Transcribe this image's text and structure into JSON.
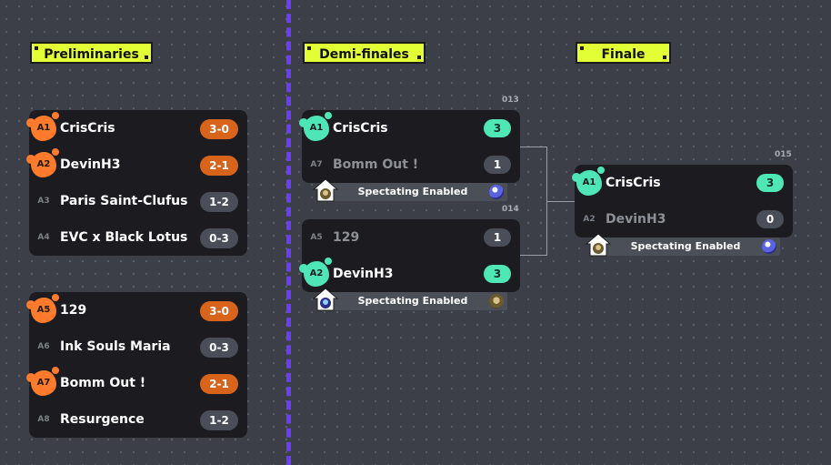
{
  "stages": {
    "preliminaries": "Preliminaries",
    "demi_finales": "Demi-finales",
    "finale": "Finale"
  },
  "colors": {
    "accent_yellow": "#e2ff36",
    "divider_purple": "#6d3cff",
    "win_orange": "#d8641c",
    "win_teal": "#4fe8b5",
    "background": "#3c3f47"
  },
  "groups": [
    {
      "teams": [
        {
          "seed": "A1",
          "name": "CrisCris",
          "score": "3-0",
          "highlight": true
        },
        {
          "seed": "A2",
          "name": "DevinH3",
          "score": "2-1",
          "highlight": true
        },
        {
          "seed": "A3",
          "name": "Paris Saint-Clufus",
          "score": "1-2",
          "highlight": false
        },
        {
          "seed": "A4",
          "name": "EVC x Black Lotus",
          "score": "0-3",
          "highlight": false
        }
      ]
    },
    {
      "teams": [
        {
          "seed": "A5",
          "name": "129",
          "score": "3-0",
          "highlight": true
        },
        {
          "seed": "A6",
          "name": "Ink Souls Maria",
          "score": "0-3",
          "highlight": false
        },
        {
          "seed": "A7",
          "name": "Bomm Out !",
          "score": "2-1",
          "highlight": true
        },
        {
          "seed": "A8",
          "name": "Resurgence",
          "score": "1-2",
          "highlight": false
        }
      ]
    }
  ],
  "matches": [
    {
      "id": "013",
      "top": {
        "seed": "A1",
        "name": "CrisCris",
        "score": "3",
        "winner": true
      },
      "bottom": {
        "seed": "A7",
        "name": "Bomm Out !",
        "score": "1",
        "winner": false
      },
      "spectate": "Spectating Enabled",
      "avatar": "player-avatar-icon"
    },
    {
      "id": "014",
      "top": {
        "seed": "A5",
        "name": "129",
        "score": "1",
        "winner": false
      },
      "bottom": {
        "seed": "A2",
        "name": "DevinH3",
        "score": "3",
        "winner": true
      },
      "spectate": "Spectating Enabled",
      "avatar": "player-avatar-icon"
    },
    {
      "id": "015",
      "top": {
        "seed": "A1",
        "name": "CrisCris",
        "score": "3",
        "winner": true
      },
      "bottom": {
        "seed": "A2",
        "name": "DevinH3",
        "score": "0",
        "winner": false
      },
      "spectate": "Spectating Enabled",
      "avatar": "player-avatar-icon"
    }
  ]
}
